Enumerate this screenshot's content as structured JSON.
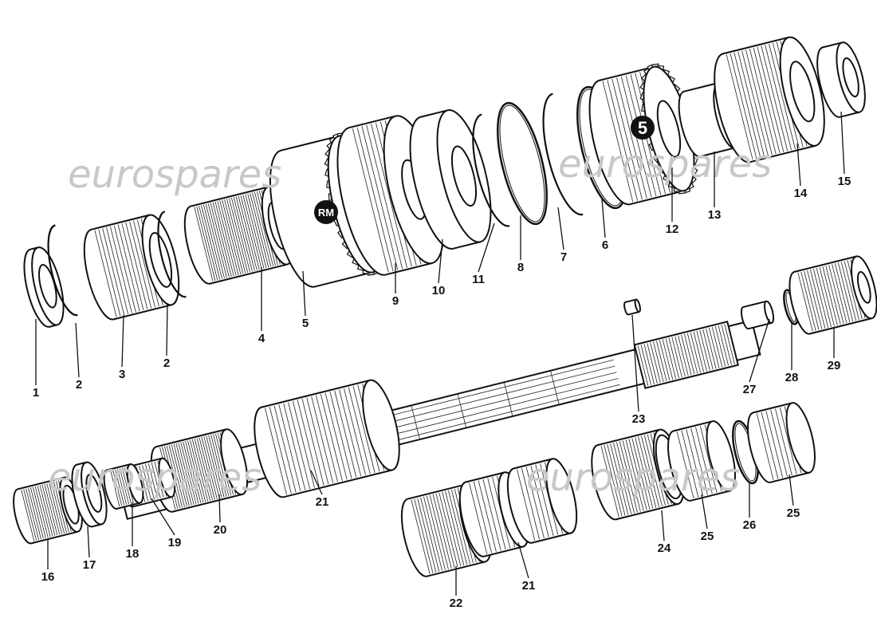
{
  "diagram": {
    "watermark": "eurospares",
    "badges": {
      "reverse": "RM",
      "fifth": "5"
    },
    "callouts": [
      "1",
      "2",
      "3",
      "2",
      "4",
      "5",
      "9",
      "10",
      "11",
      "8",
      "7",
      "6",
      "12",
      "13",
      "14",
      "15",
      "29",
      "28",
      "27",
      "23",
      "21",
      "20",
      "19",
      "18",
      "17",
      "16",
      "22",
      "21",
      "24",
      "25",
      "26",
      "25"
    ]
  }
}
